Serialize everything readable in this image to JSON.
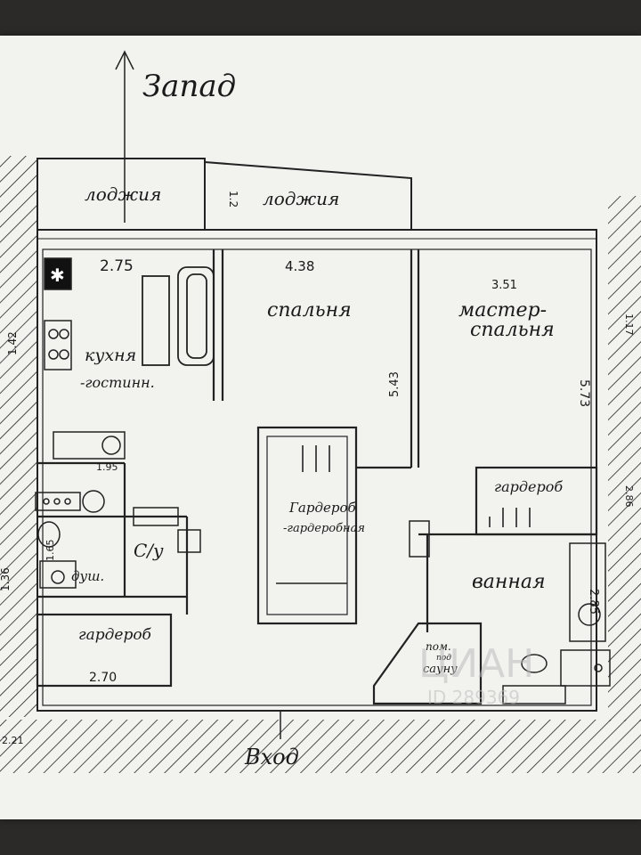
{
  "orientation": "Запад",
  "rooms": {
    "loggia_1": "лоджия",
    "loggia_2": "лоджия",
    "kitchen_line1": "кухня",
    "kitchen_line2": "-гостинн.",
    "bedroom": "спальня",
    "master_line1": "мастер-",
    "master_line2": "спальня",
    "wardrobe_dressing_line1": "Гардероб",
    "wardrobe_dressing_line2": "-гардеробная",
    "wardrobe_master": "гардероб",
    "bathroom": "ванная",
    "wc": "С/у",
    "shower": "душ.",
    "wardrobe_hall": "гардероб",
    "sauna_line1": "пом.",
    "sauna_line2": "под",
    "sauna_line3": "сауну",
    "entrance": "Вход"
  },
  "dimensions": {
    "kitchen_width": "2.75",
    "bedroom_width": "4.38",
    "master_width": "3.51",
    "loggia_small": "1.2",
    "bedroom_height": "5.43",
    "master_height": "5.73",
    "wardrobe_width": "2.70",
    "bath_height": "2.85",
    "left_wall_1": "1.42",
    "left_wall_2": "1.36",
    "shower_dim": "1.65",
    "right_wall_1": "1.17",
    "right_wall_2": "2.86",
    "corridor": "1.95",
    "bottom_left": "2.21"
  },
  "watermark": {
    "brand": "ЦИАН",
    "id": "ID 289369"
  }
}
